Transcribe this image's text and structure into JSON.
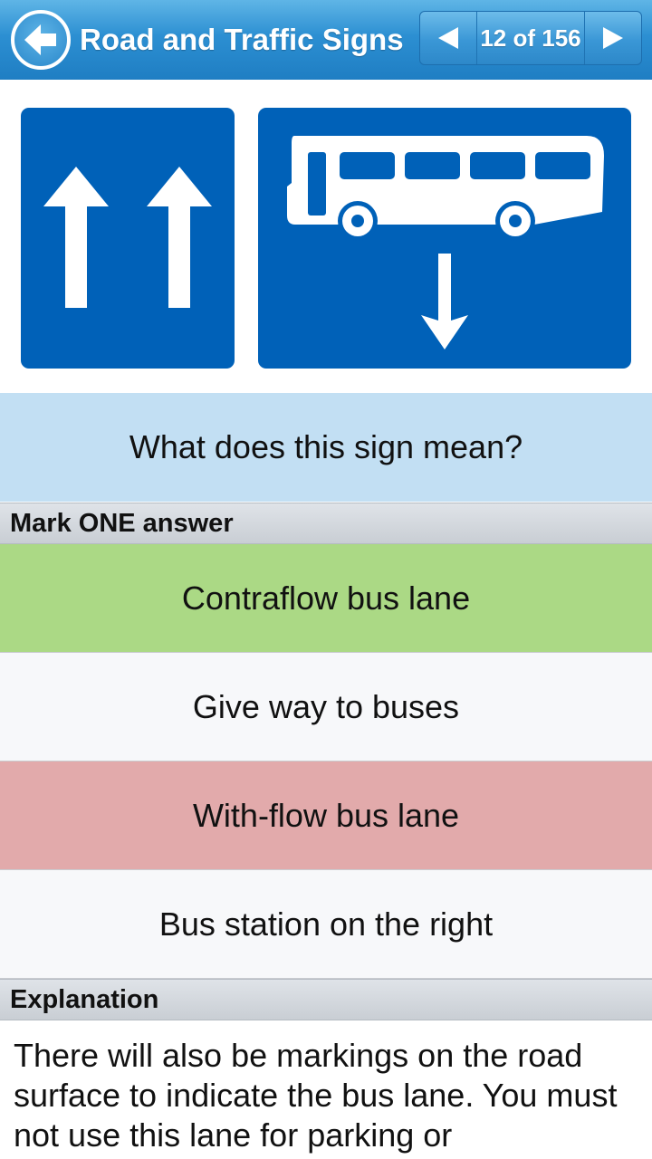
{
  "header": {
    "back_icon": "back-arrow-icon",
    "title": "Road and Traffic Signs",
    "pager": {
      "prev_icon": "triangle-left-icon",
      "counter": "12 of 156",
      "next_icon": "triangle-right-icon"
    }
  },
  "sign": {
    "icons": [
      "up-arrow-icon",
      "up-arrow-icon",
      "bus-icon",
      "down-arrow-icon"
    ],
    "background_color": "#0061b8",
    "symbol_color": "#ffffff"
  },
  "question": {
    "text": "What does this sign mean?"
  },
  "answers_section": {
    "label": "Mark ONE answer",
    "options": [
      {
        "text": "Contraflow bus lane",
        "state": "correct",
        "color": "#abd985"
      },
      {
        "text": "Give way to buses",
        "state": "neutral",
        "color": "#f7f8fa"
      },
      {
        "text": "With-flow bus lane",
        "state": "wrong",
        "color": "#e2aaab"
      },
      {
        "text": "Bus station on the right",
        "state": "neutral",
        "color": "#f7f8fa"
      }
    ]
  },
  "explanation": {
    "label": "Explanation",
    "text": "There will also be markings on the road surface to indicate the bus lane. You must not use this lane for parking or"
  }
}
